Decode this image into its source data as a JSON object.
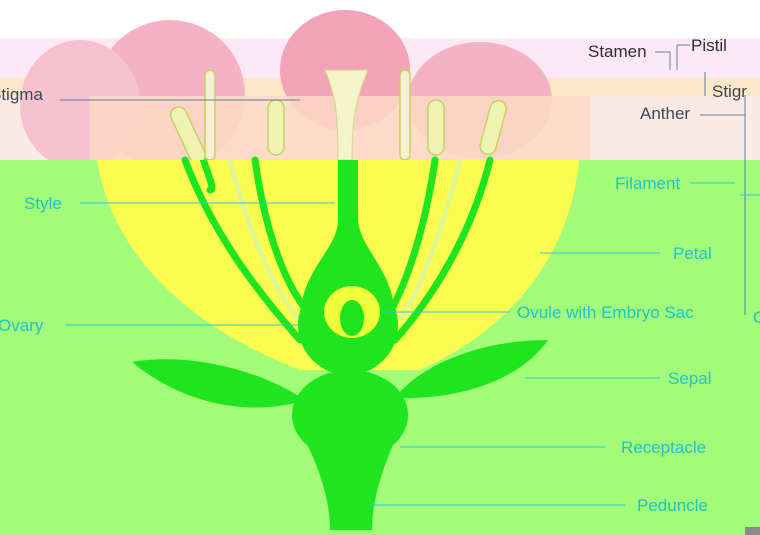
{
  "colors": {
    "background_top": "#ffffff",
    "background_lower": "#a2fb79",
    "petal_pink": "#f2a3b8",
    "petal_peach": "#fbd9c4",
    "petal_yellow": "#fcfb4f",
    "stem_green": "#1ee51e",
    "pistil_cream": "#f3f4c9",
    "ovule_yellow": "#ecff38",
    "leader_top": "#5d7fa3",
    "leader_bottom": "#2fc9d1",
    "label_bottom": "#1fc4c8",
    "label_top": "#2e2e2e"
  },
  "labels": {
    "stamen": "Stamen",
    "pistil": "Pistil",
    "stigma_right": "Stigr",
    "stigma_left": "Stigma",
    "anther": "Anther",
    "filament": "Filament",
    "style": "Style",
    "petal": "Petal",
    "ovary": "Ovary",
    "ovule": "Ovule with Embryo Sac",
    "sepal": "Sepal",
    "receptacle": "Receptacle",
    "peduncle": "Peduncle",
    "clipped_right": "O"
  }
}
